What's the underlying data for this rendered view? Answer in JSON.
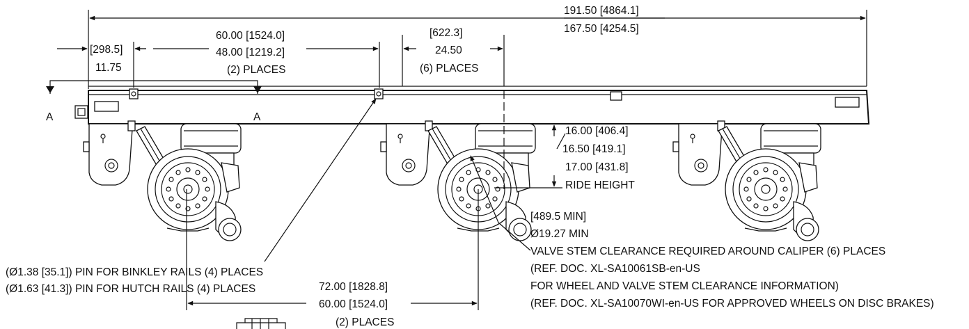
{
  "dimensions": {
    "overall": {
      "line1": "191.50 [4864.1]",
      "line2": "167.50 [4254.5]"
    },
    "end_offset": {
      "line1": "[298.5]",
      "line2": "11.75"
    },
    "rail_spacing": {
      "line1": "60.00 [1524.0]",
      "line2": "48.00 [1219.2]",
      "line3": "(2) PLACES"
    },
    "valve_stem_offset": {
      "line1": "[622.3]",
      "line2": "24.50",
      "line3": "(6) PLACES"
    },
    "ride_height": {
      "line1": "16.00 [406.4]",
      "line2": "16.50 [419.1]",
      "line3": "17.00 [431.8]",
      "line4": "RIDE HEIGHT"
    },
    "wheel_clearance": {
      "line1": "[489.5 MIN]",
      "line2": "Ø19.27 MIN"
    },
    "axle_spacing": {
      "line1": "72.00 [1828.8]",
      "line2": "60.00 [1524.0]",
      "line3": "(2) PLACES"
    }
  },
  "notes": {
    "valve_stem": {
      "line1": "VALVE STEM CLEARANCE REQUIRED AROUND CALIPER (6) PLACES",
      "line2": "(REF. DOC. XL-SA10061SB-en-US",
      "line3": "FOR WHEEL AND VALVE STEM CLEARANCE INFORMATION)",
      "line4": "(REF. DOC. XL-SA10070WI-en-US FOR APPROVED WHEELS ON DISC BRAKES)"
    },
    "pins": {
      "binkley": "(Ø1.38 [35.1]) PIN FOR BINKLEY RAILS (4) PLACES",
      "hutch": "(Ø1.63 [41.3]) PIN FOR HUTCH RAILS (4) PLACES"
    }
  },
  "section_marks": {
    "left": "A",
    "right": "A"
  },
  "colors": {
    "ink": "#111111",
    "background": "#ffffff"
  }
}
